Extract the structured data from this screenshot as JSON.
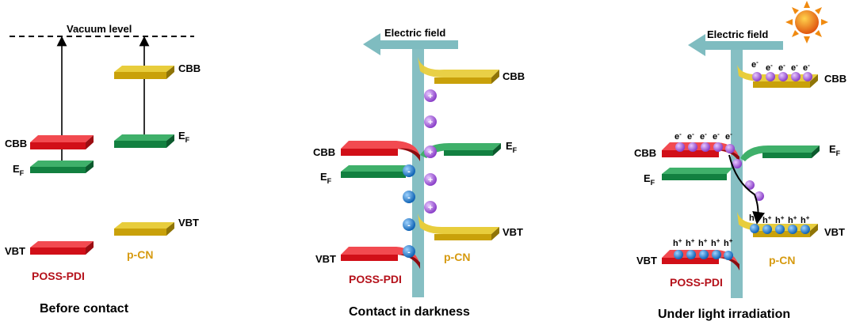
{
  "panel1": {
    "vacuum_level": "Vacuum level",
    "cbb_left": "CBB",
    "ef_left": "E",
    "ef_left_sub": "F",
    "cbb_right": "CBB",
    "ef_right": "E",
    "ef_right_sub": "F",
    "vbt_right": "VBT",
    "vbt_left": "VBT",
    "material_left": "POSS-PDI",
    "material_right": "p-CN",
    "caption": "Before contact"
  },
  "panel2": {
    "field": "Electric field",
    "cbb_right": "CBB",
    "cbb_left": "CBB",
    "ef_right": "E",
    "ef_right_sub": "F",
    "ef_left": "E",
    "ef_left_sub": "F",
    "vbt_right": "VBT",
    "vbt_left": "VBT",
    "material_left": "POSS-PDI",
    "material_right": "p-CN",
    "caption": "Contact in darkness",
    "plus": "+",
    "minus": "-"
  },
  "panel3": {
    "field": "Electric field",
    "cbb_right": "CBB",
    "cbb_left": "CBB",
    "ef_right": "E",
    "ef_right_sub": "F",
    "ef_left": "E",
    "ef_left_sub": "F",
    "vbt_right": "VBT",
    "vbt_left": "VBT",
    "material_left": "POSS-PDI",
    "material_right": "p-CN",
    "caption": "Under light irradiation",
    "electron": "e",
    "electron_sup": "-",
    "hole": "h",
    "hole_sup": "+"
  },
  "colors": {
    "red": "#e3151e",
    "green": "#17924a",
    "yellow": "#d9b30e",
    "teal": "#7fbcc0",
    "purple": "#9a57d1",
    "blue": "#1f7fd1"
  }
}
